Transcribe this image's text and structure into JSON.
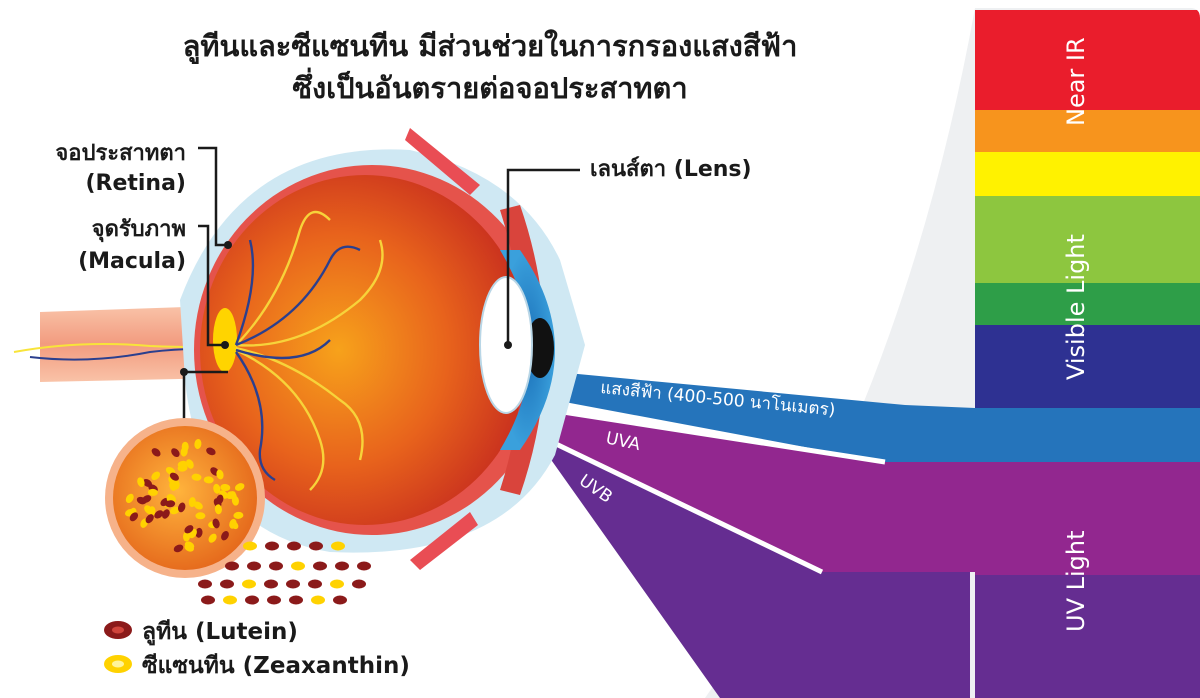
{
  "title": {
    "line1": "ลูทีนและซีแซนทีน มีส่วนช่วยในการกรองแสงสีฟ้า",
    "line2": "ซึ่งเป็นอันตรายต่อจอประสาทตา"
  },
  "labels": {
    "retina_th": "จอประสาทตา",
    "retina_en": "(Retina)",
    "macula_th": "จุดรับภาพ",
    "macula_en": "(Macula)",
    "lens": "เลนส์ตา (Lens)"
  },
  "spectrum": {
    "bands": [
      {
        "name": "Near IR",
        "colors": [
          "#ea1d2c",
          "#f7941d",
          "#fff200"
        ]
      },
      {
        "name": "Visible Light",
        "colors": [
          "#8dc63f",
          "#2e9e48",
          "#2e3192",
          "#2574bb"
        ]
      },
      {
        "name": "UV Light",
        "colors": [
          "#92278f",
          "#652d91"
        ]
      }
    ]
  },
  "rays": {
    "blue": {
      "label": "แสงสีฟ้า (400-500 นาโนเมตร)",
      "color": "#2574bb"
    },
    "uva": {
      "label": "UVA",
      "color": "#92278f"
    },
    "uvb": {
      "label": "UVB",
      "color": "#652d91"
    }
  },
  "legend": {
    "lutein": {
      "label": "ลูทีน (Lutein)",
      "color": "#8b1a1a"
    },
    "zeaxanthin": {
      "label": "ซีแซนทีน (Zeaxanthin)",
      "color": "#ffd200"
    }
  }
}
